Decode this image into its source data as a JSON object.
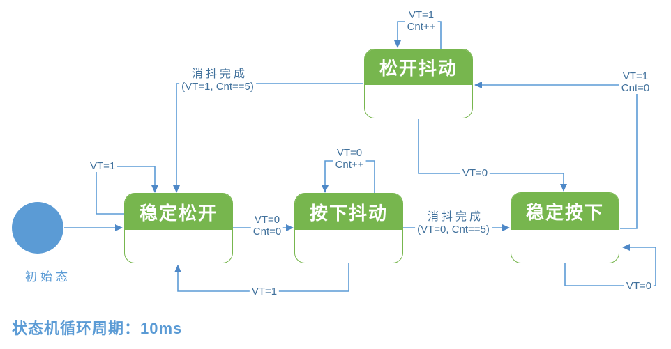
{
  "title": "状态机循环周期：10ms",
  "initial_state_label": "初始态",
  "states": {
    "release_jitter": "松开抖动",
    "stable_release": "稳定松开",
    "press_jitter": "按下抖动",
    "stable_press": "稳定按下"
  },
  "transitions": {
    "release_jitter_self": [
      "VT=1",
      "Cnt++"
    ],
    "release_jitter_to_stable_release": [
      "消抖完成",
      "(VT=1, Cnt==5)"
    ],
    "stable_press_to_release_jitter": [
      "VT=1",
      "Cnt=0"
    ],
    "release_jitter_to_stable_press": [
      "VT=0"
    ],
    "stable_release_self": [
      "VT=1"
    ],
    "stable_release_to_press_jitter": [
      "VT=0",
      "Cnt=0"
    ],
    "press_jitter_self": [
      "VT=0",
      "Cnt++"
    ],
    "press_jitter_to_stable_press": [
      "消抖完成",
      "(VT=0, Cnt==5)"
    ],
    "press_jitter_to_stable_release": [
      "VT=1"
    ],
    "stable_press_self": [
      "VT=0"
    ]
  },
  "colors": {
    "state_green": "#77B64E",
    "line_blue": "#5B9BD5",
    "arrowhead_blue": "#4E88C7",
    "label_blue": "#41719C",
    "title_blue": "#5B9BD5"
  }
}
